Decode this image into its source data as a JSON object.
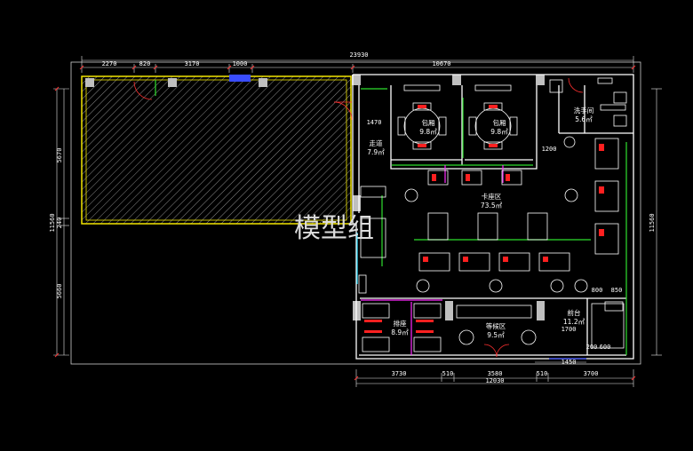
{
  "dimensions": {
    "top_total": "23930",
    "top_left": [
      "2270",
      "820",
      "3170",
      "1000"
    ],
    "top_right": "10670",
    "left_upper": "5670",
    "left_mid": "240",
    "left_lower": "5660",
    "left_total": "11560",
    "right_total": "11560",
    "bottom": [
      "3730",
      "510",
      "3580",
      "510",
      "3700"
    ],
    "bottom_total": "12030",
    "corridor_width": "1470",
    "wash_offset": "1200",
    "front_desk_a": "800",
    "front_desk_b": "850",
    "front_desk_depth": "1700",
    "front_desk_c": "200",
    "front_desk_d": "600",
    "entrance": "1450"
  },
  "rooms": {
    "corridor": {
      "name": "走道",
      "area": "7.9㎡"
    },
    "private1": {
      "name": "包厢",
      "area": "9.8㎡"
    },
    "private2": {
      "name": "包厢",
      "area": "9.8㎡"
    },
    "washroom": {
      "name": "洗手间",
      "area": "5.6㎡"
    },
    "booth": {
      "name": "卡座区",
      "area": "73.5㎡"
    },
    "bench": {
      "name": "排座",
      "area": "8.9㎡"
    },
    "waiting": {
      "name": "等候区",
      "area": "9.5㎡"
    },
    "front_desk": {
      "name": "前台",
      "area": "11.2㎡"
    }
  },
  "watermark": "模型组",
  "colors": {
    "background": "#000000",
    "wall": "#ffffff",
    "furniture": "#ffffff",
    "accent_yellow": "#f2e600",
    "accent_green": "#2ee02e",
    "accent_magenta": "#ff2bff",
    "accent_red": "#ff2020",
    "accent_blue": "#3a4dff",
    "accent_cyan": "#33e0ff"
  }
}
